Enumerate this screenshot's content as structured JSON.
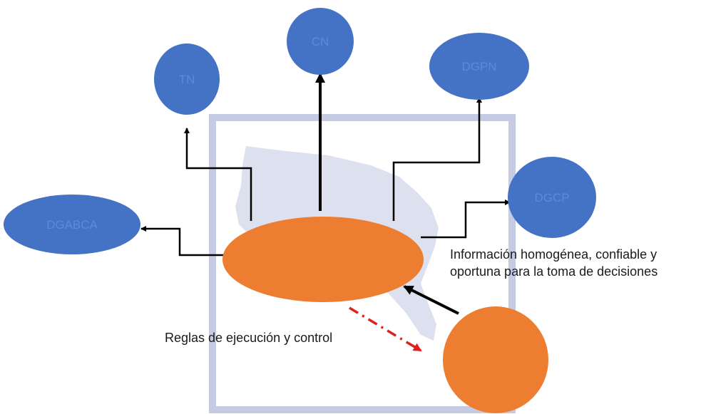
{
  "nodes": {
    "tn": "TN",
    "cn": "CN",
    "dgpn": "DGPN",
    "dgcp": "DGCP",
    "dgabca": "DGABCA"
  },
  "captions": {
    "info_line1": "Información homogénea, confiable y",
    "info_line2": "oportuna para la toma de decisiones",
    "rules": "Reglas de ejecución y control"
  },
  "colors": {
    "blue_node": "#4472c4",
    "orange_node": "#ed7d31",
    "arrow": "#000000",
    "dashed_arrow": "#e02020",
    "watermark": "#c5cbe3"
  }
}
